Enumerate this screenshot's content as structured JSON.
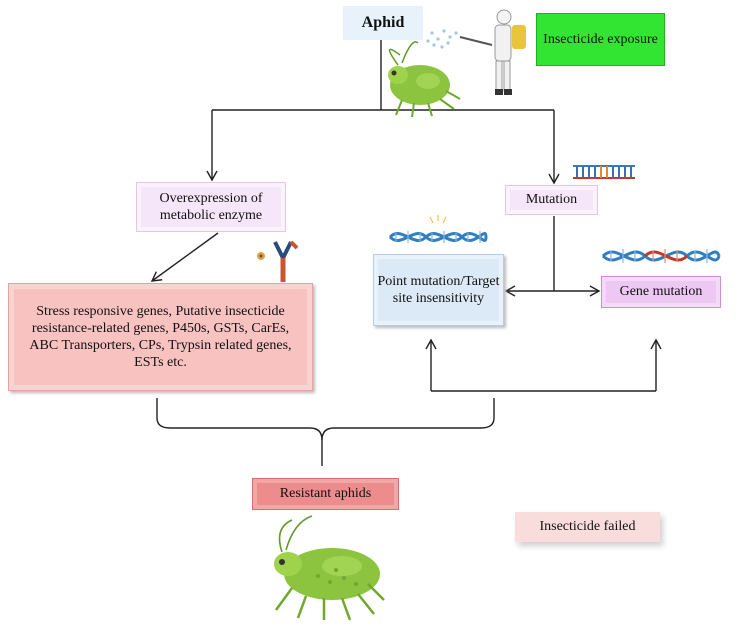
{
  "title": "Aphid",
  "boxes": {
    "insecticide_exposure": "Insecticide exposure",
    "overexpression": "Overexpression of metabolic enzyme",
    "mutation": "Mutation",
    "stress_genes": "Stress responsive genes, Putative insecticide resistance-related genes, P450s, GSTs, CarEs, ABC Transporters, CPs, Trypsin related genes, ESTs etc.",
    "point_mutation": "Point mutation/Target site insensitivity",
    "gene_mutation": "Gene mutation",
    "resistant_aphids": "Resistant aphids",
    "insecticide_failed": "Insecticide failed"
  },
  "colors": {
    "arrow": "#222222",
    "aphid_body": "#8cc43f",
    "aphid_dark": "#5f9a2a",
    "dna_blue": "#2f7fc1",
    "dna_red": "#c0392b"
  },
  "icons": [
    "aphid-icon",
    "sprayer-person-icon",
    "antibody-enzyme-icon",
    "dna-strand-icon",
    "dna-helix-icon"
  ]
}
